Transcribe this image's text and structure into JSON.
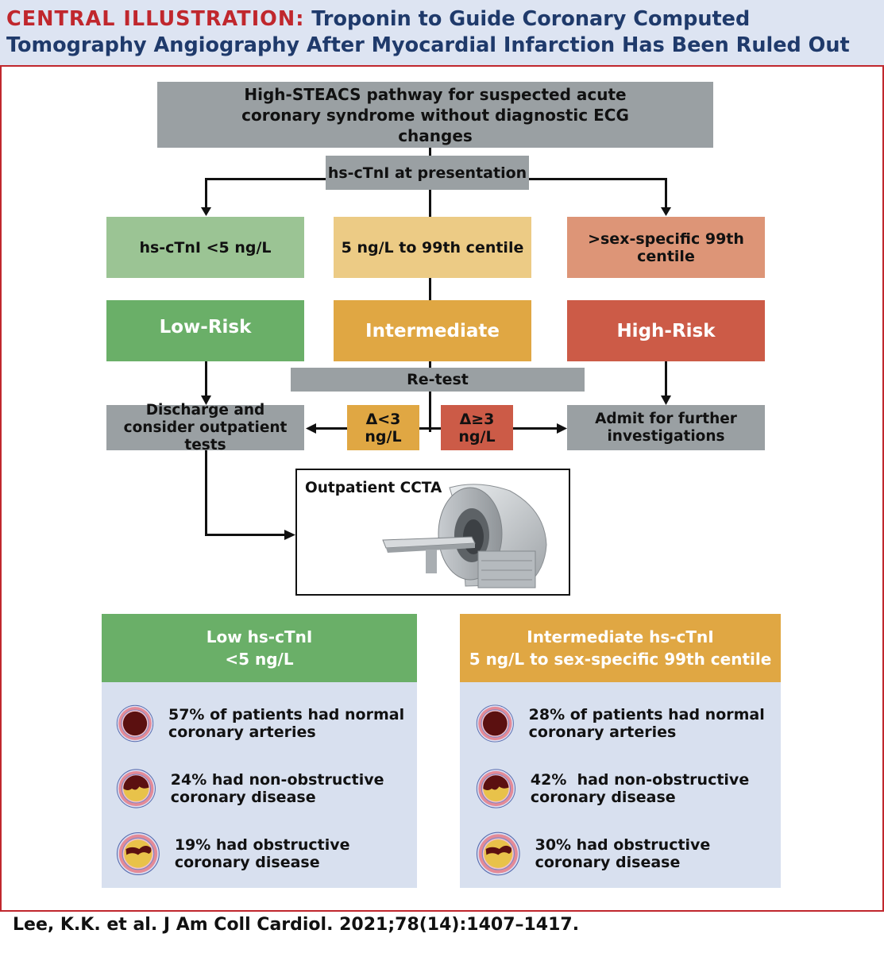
{
  "header": {
    "label": "CENTRAL ILLUSTRATION:",
    "title": "Troponin to Guide Coronary Computed Tomography Angiography After Myocardial Infarction Has Been Ruled Out"
  },
  "flow": {
    "top": "High-STEACS pathway for suspected acute coronary syndrome without diagnostic ECG changes",
    "presentation": "hs-cTnI at presentation",
    "thresholds": {
      "low": "hs-cTnI <5 ng/L",
      "mid": "5 ng/L to 99th centile",
      "high": ">sex-specific 99th centile"
    },
    "risk": {
      "low": "Low-Risk",
      "mid": "Intermediate",
      "high": "High-Risk"
    },
    "retest": "Re-test",
    "delta_low": "Δ<3 ng/L",
    "delta_high": "Δ≥3 ng/L",
    "discharge": "Discharge and consider outpatient tests",
    "admit": "Admit for further investigations",
    "ccta": "Outpatient CCTA"
  },
  "panels": {
    "low": {
      "title": "Low hs-cTnI\n<5 ng/L",
      "findings": [
        "57% of patients had normal coronary arteries",
        "24% had non-obstructive coronary disease",
        "19% had obstructive coronary disease"
      ]
    },
    "mid": {
      "title": "Intermediate hs-cTnI\n5 ng/L to sex-specific 99th centile",
      "findings": [
        "28% of patients had normal coronary arteries",
        "42%  had non-obstructive coronary disease",
        "30% had obstructive coronary disease"
      ]
    }
  },
  "citation": "Lee, K.K. et al. J Am Coll Cardiol. 2021;78(14):1407–1417.",
  "colors": {
    "green_light": "#9bc494",
    "green": "#6aaf68",
    "amber_light": "#eccb85",
    "amber": "#e0a743",
    "red_light": "#dd9577",
    "red": "#cc5b47",
    "gray": "#9aa0a3",
    "panel_bg": "#d8e0ef",
    "header_bg": "#dde4f2",
    "accent_red": "#c0272d",
    "navy": "#1f3a6b"
  }
}
